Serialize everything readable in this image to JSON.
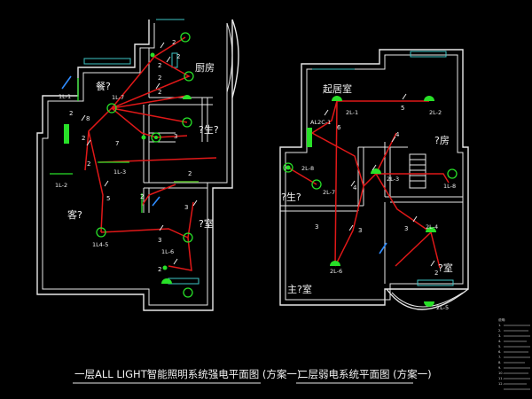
{
  "colors": {
    "background": "#000000",
    "walls": "#e8e8e8",
    "windows": "#3ec6c6",
    "wiring": "#e01818",
    "fixtures": "#28e028",
    "text": "#f0f0f0"
  },
  "plan1": {
    "rooms": {
      "kitchen": "厨房",
      "dining": "餐?",
      "bath": "?生?",
      "living": "客?",
      "bedroom": "?室"
    },
    "circuits": {
      "c1": "1L-1",
      "c7": "1L-7",
      "c2": "1L-2",
      "c3": "1L-3",
      "c45": "1L4-5",
      "c6": "1L-6"
    },
    "wire_counts": {
      "n1": "2",
      "n2": "2",
      "n3": "2",
      "n4": "2",
      "n5": "2",
      "n6": "2",
      "n7": "8",
      "n8": "2",
      "n9": "7",
      "n10": "3",
      "n11": "2",
      "n12": "2",
      "n13": "5",
      "n14": "3",
      "n15": "3",
      "n16": "2",
      "n17": "2"
    },
    "caption": "一层ALL LIGHT智能照明系统强电平面图 (方案一)"
  },
  "plan2": {
    "rooms": {
      "living_up": "起居室",
      "room_right": "?房",
      "bath": "?生?",
      "master": "主?室",
      "bedroom": "?室"
    },
    "circuits": {
      "panel": "AL2C-1",
      "c1": "2L-1",
      "c2": "2L-2",
      "c8": "2L-8",
      "c7": "2L-7",
      "c3": "2L-3",
      "c6": "2L-6",
      "c4": "2L-4",
      "c5": "2L-5",
      "lc8": "1L-8"
    },
    "wire_counts": {
      "m1": "5",
      "m2": "4",
      "m3": "6",
      "m4": "4",
      "m5": "3",
      "m6": "3",
      "m7": "3",
      "m8": "2"
    },
    "caption": "二层弱电系统平面图 (方案一)"
  },
  "notes": {
    "title": "说明:",
    "lines": [
      "1.",
      "2.",
      "3.",
      "4.",
      "5.",
      "6.",
      "7.",
      "8.",
      "9.",
      "10.",
      "11.",
      "12."
    ]
  }
}
